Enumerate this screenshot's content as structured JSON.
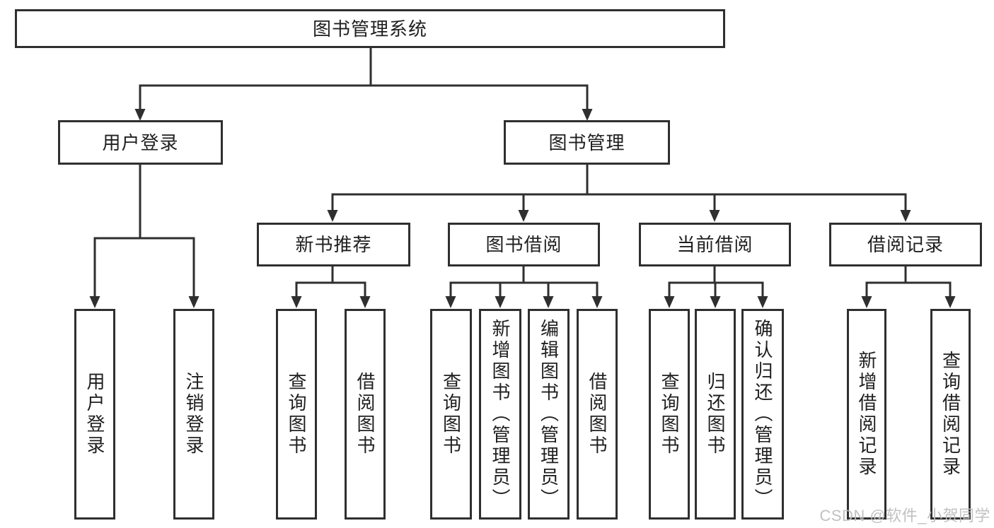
{
  "diagram": {
    "title": "图书管理系统",
    "level2": [
      {
        "label": "用户登录"
      },
      {
        "label": "图书管理"
      }
    ],
    "level3": [
      {
        "label": "新书推荐"
      },
      {
        "label": "图书借阅"
      },
      {
        "label": "当前借阅"
      },
      {
        "label": "借阅记录"
      }
    ],
    "leaves": [
      {
        "label": "用户登录"
      },
      {
        "label": "注销登录"
      },
      {
        "label": "查询图书"
      },
      {
        "label": "借阅图书"
      },
      {
        "label": "查询图书"
      },
      {
        "label": "新增图书（管理员）"
      },
      {
        "label": "编辑图书（管理员）"
      },
      {
        "label": "借阅图书"
      },
      {
        "label": "查询图书"
      },
      {
        "label": "归还图书"
      },
      {
        "label": "确认归还（管理员）"
      },
      {
        "label": "新增借阅记录"
      },
      {
        "label": "查询借阅记录"
      }
    ]
  },
  "watermark": {
    "text": "CSDN @软件_小贺同学"
  },
  "colors": {
    "line": "#2f2f2f",
    "box_border": "#2f2f2f",
    "box_fill": "#ffffff",
    "text": "#1f1f1f",
    "watermark": "#bebebe",
    "background": "#ffffff"
  }
}
